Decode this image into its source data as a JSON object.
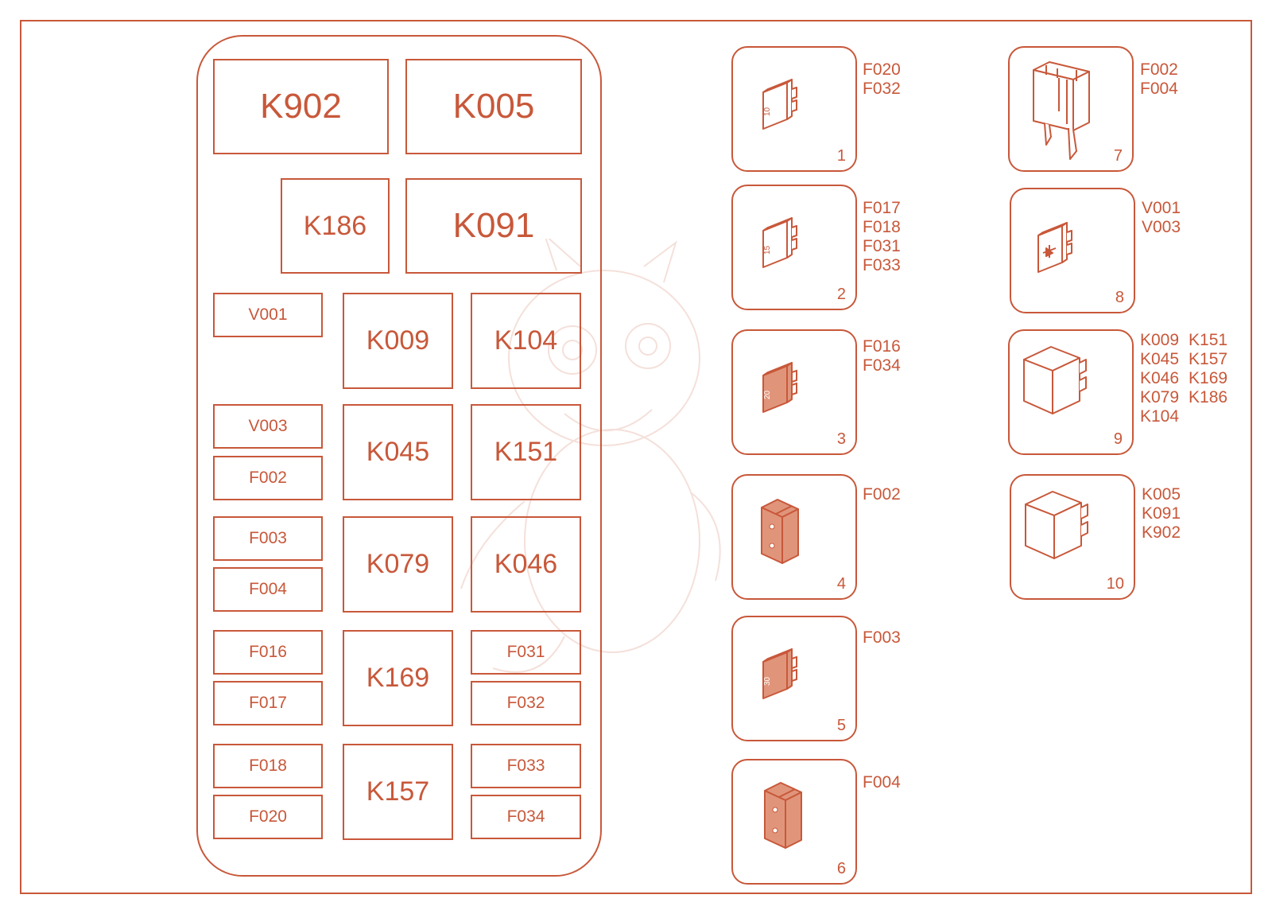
{
  "colors": {
    "accent": "#c8583a",
    "fill": "#e0957b"
  },
  "slots": {
    "k902": "K902",
    "k005": "K005",
    "k186": "K186",
    "k091": "K091",
    "v001": "V001",
    "k009": "K009",
    "k104": "K104",
    "v003": "V003",
    "f002": "F002",
    "k045": "K045",
    "k151": "K151",
    "f003": "F003",
    "f004": "F004",
    "k079": "K079",
    "k046": "K046",
    "f016": "F016",
    "f017": "F017",
    "k169": "K169",
    "f031": "F031",
    "f032": "F032",
    "f018": "F018",
    "f020": "F020",
    "k157": "K157",
    "f033": "F033",
    "f034": "F034"
  },
  "legend": [
    {
      "number": "1",
      "icon": "blade-fuse-icon",
      "fuse_rating": "10",
      "labels": [
        "F020",
        "F032"
      ]
    },
    {
      "number": "2",
      "icon": "blade-fuse-icon",
      "fuse_rating": "15",
      "labels": [
        "F017",
        "F018",
        "F031",
        "F033"
      ]
    },
    {
      "number": "3",
      "icon": "blade-fuse-icon",
      "fuse_rating": "20",
      "labels": [
        "F016",
        "F034"
      ]
    },
    {
      "number": "4",
      "icon": "cartridge-fuse-icon",
      "labels": [
        "F002"
      ]
    },
    {
      "number": "5",
      "icon": "blade-fuse-icon",
      "fuse_rating": "30",
      "labels": [
        "F003"
      ]
    },
    {
      "number": "6",
      "icon": "cartridge-fuse-icon",
      "labels": [
        "F004"
      ]
    },
    {
      "number": "7",
      "icon": "fuse-holder-icon",
      "labels": [
        "F002",
        "F004"
      ]
    },
    {
      "number": "8",
      "icon": "diode-icon",
      "labels": [
        "V001",
        "V003"
      ]
    },
    {
      "number": "9",
      "icon": "relay-icon",
      "labels_col1": [
        "K009",
        "K045",
        "K046",
        "K079",
        "K104"
      ],
      "labels_col2": [
        "K151",
        "K157",
        "K169",
        "K186"
      ]
    },
    {
      "number": "10",
      "icon": "relay-icon",
      "labels": [
        "K005",
        "K091",
        "K902"
      ]
    }
  ]
}
